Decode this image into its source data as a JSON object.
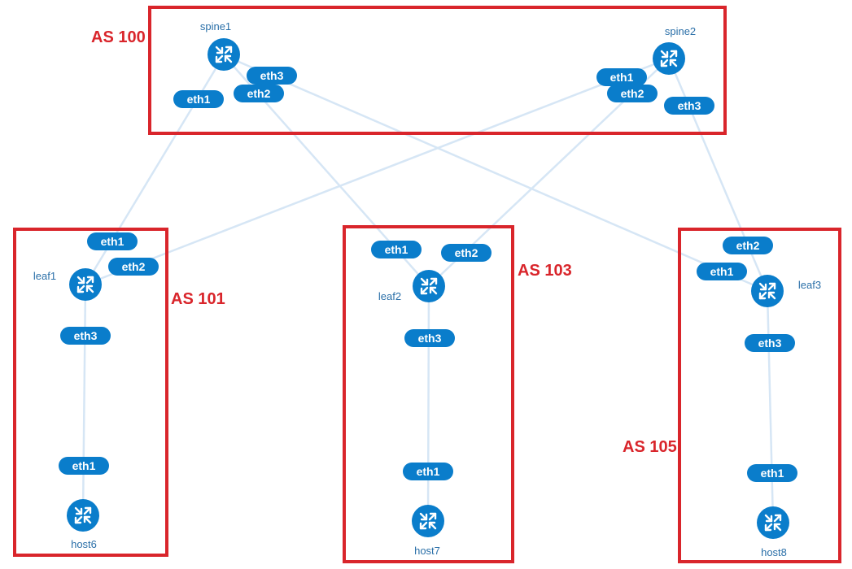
{
  "colors": {
    "link": "#d6e6f5",
    "node": "#0a7dcb",
    "as_box": "#d9252b",
    "label": "#2a6fa8"
  },
  "as_groups": {
    "spine": "AS 100",
    "leaf1": "AS 101",
    "leaf2": "AS 103",
    "leaf3": "AS 105"
  },
  "nodes": {
    "spine1": "spine1",
    "spine2": "spine2",
    "leaf1": "leaf1",
    "leaf2": "leaf2",
    "leaf3": "leaf3",
    "host6": "host6",
    "host7": "host7",
    "host8": "host8"
  },
  "node_icon": "router-icon",
  "interfaces": {
    "spine1_eth1": "eth1",
    "spine1_eth2": "eth2",
    "spine1_eth3": "eth3",
    "spine2_eth1": "eth1",
    "spine2_eth2": "eth2",
    "spine2_eth3": "eth3",
    "leaf1_eth1": "eth1",
    "leaf1_eth2": "eth2",
    "leaf1_eth3": "eth3",
    "leaf2_eth1": "eth1",
    "leaf2_eth2": "eth2",
    "leaf2_eth3": "eth3",
    "leaf3_eth1": "eth1",
    "leaf3_eth2": "eth2",
    "leaf3_eth3": "eth3",
    "host6_eth1": "eth1",
    "host7_eth1": "eth1",
    "host8_eth1": "eth1"
  }
}
